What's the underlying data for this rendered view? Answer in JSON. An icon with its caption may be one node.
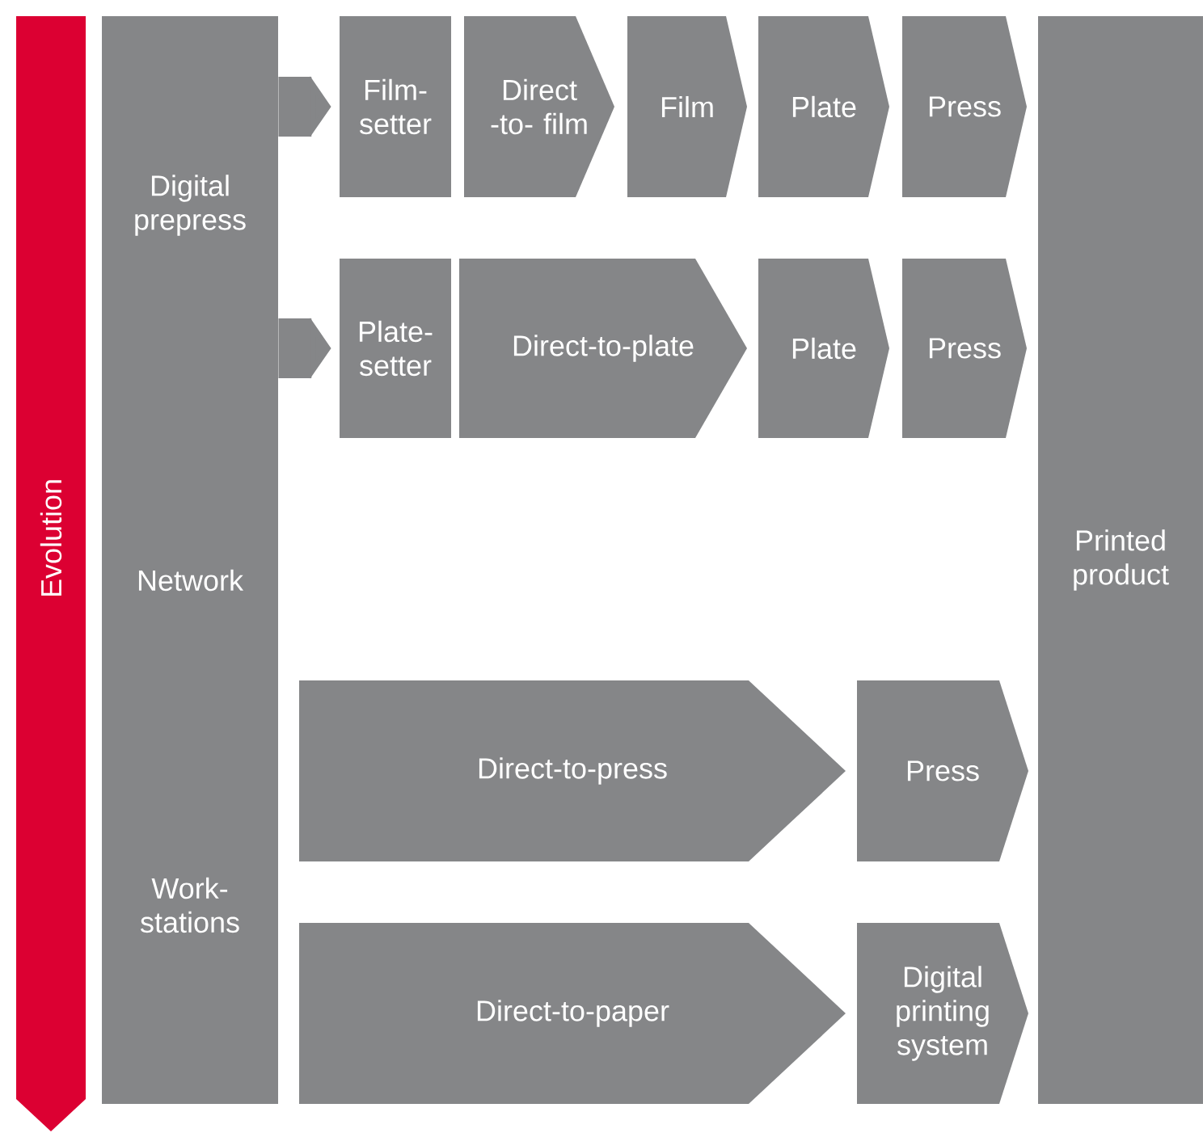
{
  "diagram": {
    "nodes": [
      {
        "text": [
          "Evolution"
        ]
      },
      {
        "text": [
          "Digital prepress",
          "Network",
          "Work- stations"
        ]
      },
      {
        "text": [
          "Film- setter"
        ]
      },
      {
        "text": [
          "Direct -to- film"
        ]
      },
      {
        "text": [
          "Film"
        ]
      },
      {
        "text": [
          "Plate"
        ]
      },
      {
        "text": [
          "Press"
        ]
      },
      {
        "text": [
          "Plate- setter"
        ]
      },
      {
        "text": [
          "Direct-to-plate"
        ]
      },
      {
        "text": [
          "Plate"
        ]
      },
      {
        "text": [
          "Press"
        ]
      },
      {
        "text": [
          "Direct-to-press"
        ]
      },
      {
        "text": [
          "Press"
        ]
      },
      {
        "text": [
          "Direct-to-paper"
        ]
      },
      {
        "text": [
          "Digital printing system"
        ]
      },
      {
        "text": [
          "Printed product"
        ]
      }
    ],
    "edges": [
      {
        "from": 1,
        "to": 2,
        "arrow": "to"
      },
      {
        "from": 1,
        "to": 7,
        "arrow": "to"
      }
    ]
  }
}
